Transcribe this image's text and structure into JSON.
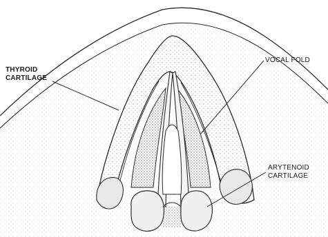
{
  "labels": {
    "thyroid": [
      "THYROID",
      "CARTILAGE"
    ],
    "vocal_fold": "VOCAL FOLD",
    "arytenoid": [
      "ARYTENOID",
      "CARTILAGE"
    ]
  },
  "colors": {
    "background": "#ffffff",
    "line": "#2a2a2a",
    "stipple": "#8a8a8a",
    "shade": "#bdbdbd"
  }
}
